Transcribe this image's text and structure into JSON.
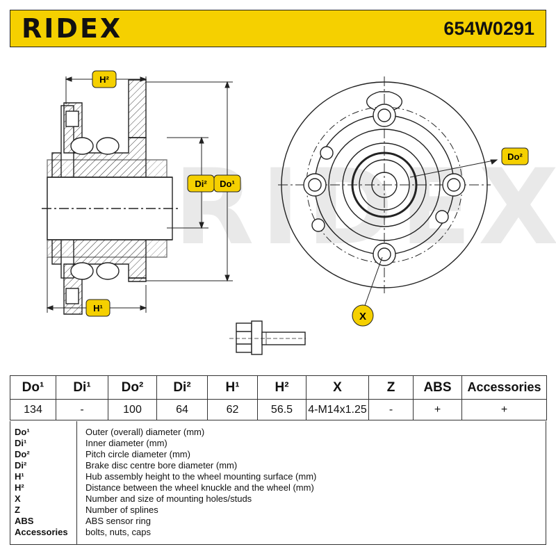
{
  "header": {
    "brand": "RIDEX",
    "part_number": "654W0291"
  },
  "drawing": {
    "labels": {
      "H2": "H²",
      "H1": "H¹",
      "Di2": "Di²",
      "Do1": "Do¹",
      "Do2": "Do²",
      "X": "X"
    },
    "watermark": "RIDEX"
  },
  "table": {
    "headers": [
      "Do¹",
      "Di¹",
      "Do²",
      "Di²",
      "H¹",
      "H²",
      "X",
      "Z",
      "ABS",
      "Accessories"
    ],
    "values": [
      "134",
      "-",
      "100",
      "64",
      "62",
      "56.5",
      "4-M14x1.25",
      "-",
      "+",
      "+"
    ]
  },
  "legend": [
    {
      "key": "Do¹",
      "desc": "Outer (overall) diameter (mm)"
    },
    {
      "key": "Di¹",
      "desc": "Inner diameter (mm)"
    },
    {
      "key": "Do²",
      "desc": "Pitch circle diameter (mm)"
    },
    {
      "key": "Di²",
      "desc": "Brake disc centre bore diameter (mm)"
    },
    {
      "key": "H¹",
      "desc": "Hub assembly height to the wheel mounting surface (mm)"
    },
    {
      "key": "H²",
      "desc": "Distance between the wheel knuckle and the wheel (mm)"
    },
    {
      "key": "X",
      "desc": "Number and size of mounting holes/studs"
    },
    {
      "key": "Z",
      "desc": "Number of splines"
    },
    {
      "key": "ABS",
      "desc": "ABS sensor ring"
    },
    {
      "key": "Accessories",
      "desc": "bolts, nuts, caps"
    }
  ],
  "colors": {
    "header": "#f5d000",
    "label_fill": "#f5d000",
    "line": "#222222"
  }
}
